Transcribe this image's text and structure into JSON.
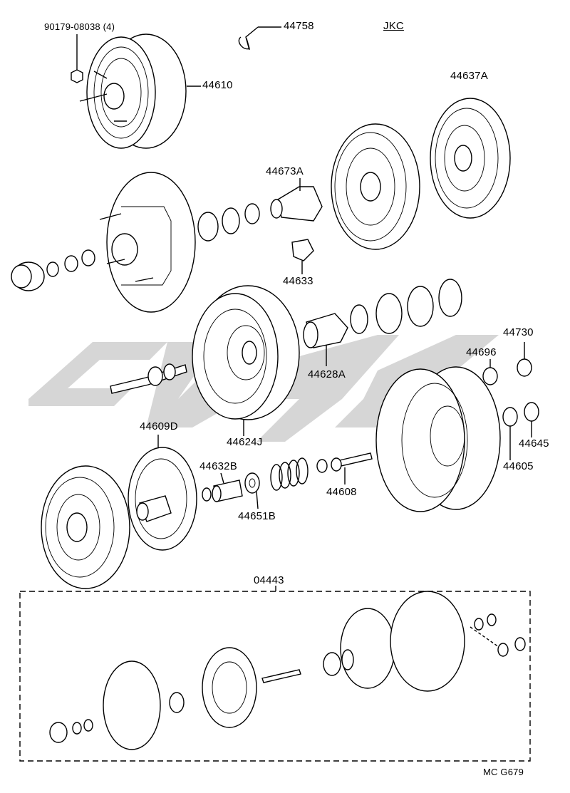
{
  "diagram": {
    "code": "JKC",
    "figure_id": "MC G679",
    "assembly_label": "04443",
    "part_labels": {
      "p90179": "90179-08038 (4)",
      "p44758": "44758",
      "p44610": "44610",
      "p44637A": "44637A",
      "p44673A": "44673A",
      "p44633": "44633",
      "p44628A": "44628A",
      "p44730": "44730",
      "p44696": "44696",
      "p44645": "44645",
      "p44605": "44605",
      "p44609D": "44609D",
      "p44624J": "44624J",
      "p44632B": "44632B",
      "p44651B": "44651B",
      "p44608": "44608"
    }
  }
}
